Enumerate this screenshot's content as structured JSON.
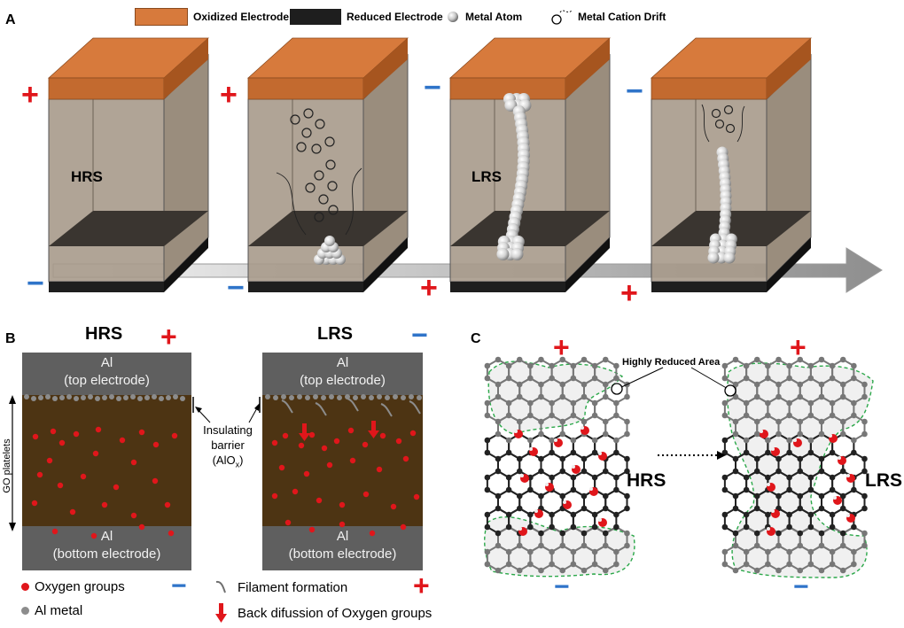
{
  "legend": {
    "oxidized": "Oxidized Electrode",
    "reduced": "Reduced Electrode",
    "metal_atom": "Metal Atom",
    "cation_drift": "Metal Cation Drift"
  },
  "colors": {
    "oxidized": "#d77a3c",
    "reduced": "#1e1e1e",
    "box_fill": "#a79a8b",
    "go_layer": "#4d3413",
    "al_electrode": "#5f5f5f",
    "oxygen": "#e0161b",
    "al_metal": "#8c8c8c",
    "plus": "#e0161b",
    "minus": "#2f74c9",
    "reduced_area": "#2ca84a"
  },
  "panelA": {
    "letter": "A",
    "hrs": "HRS",
    "lrs": "LRS",
    "signs": [
      "+",
      "−",
      "+",
      "−",
      "−",
      "+",
      "−",
      "+"
    ]
  },
  "panelB": {
    "letter": "B",
    "hrs": "HRS",
    "lrs": "LRS",
    "sign_hrs": "+",
    "sign_lrs": "−",
    "top_electrode": [
      "Al",
      "(top electrode)"
    ],
    "bottom_electrode": [
      "Al",
      "(bottom electrode)"
    ],
    "insulating": [
      "Insulating",
      "barrier"
    ],
    "alox": "(AlO",
    "alox_sub": "x",
    "alox_end": ")",
    "go_platelets": "GO platelets",
    "bottom_sign_left": "−",
    "bottom_sign_right": "+",
    "legend_oxygen": "Oxygen groups",
    "legend_al": "Al metal",
    "legend_filament": "Filament formation",
    "legend_back": "Back difussion of Oxygen groups"
  },
  "panelC": {
    "letter": "C",
    "highly_reduced": "Highly Reduced Area",
    "hrs": "HRS",
    "lrs": "LRS",
    "sign_top_left": "+",
    "sign_top_right": "+",
    "sign_bottom_left": "−",
    "sign_bottom_right": "−"
  }
}
